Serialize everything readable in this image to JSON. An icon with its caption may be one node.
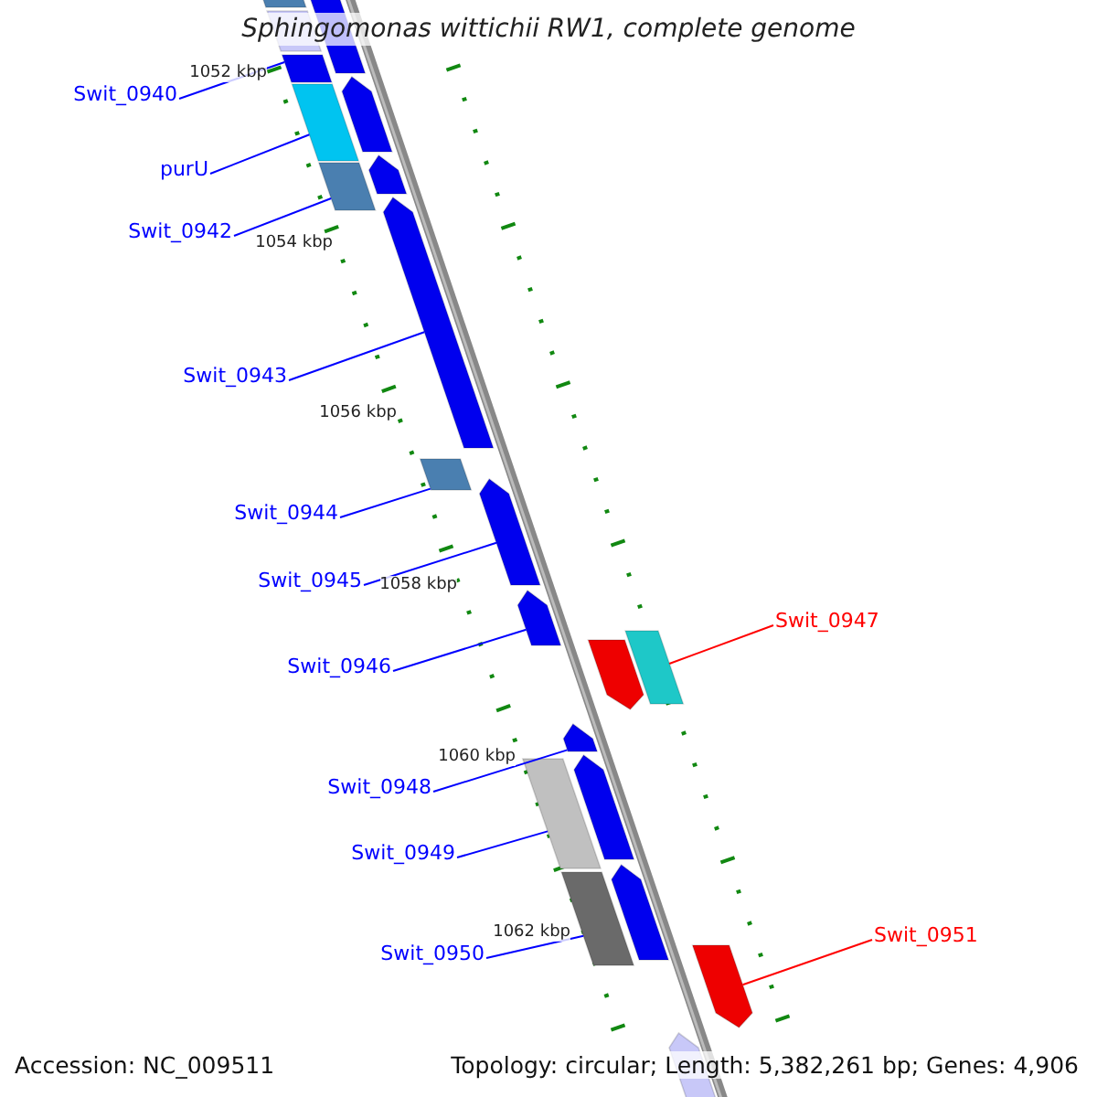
{
  "diagram": {
    "title": "Sphingomonas wittichii RW1, complete genome",
    "nodes": [
      {
        "text": [
          "Swit_0940"
        ]
      },
      {
        "text": [
          "purU"
        ]
      },
      {
        "text": [
          "Swit_0942"
        ]
      },
      {
        "text": [
          "Swit_0943"
        ]
      },
      {
        "text": [
          "Swit_0944"
        ]
      },
      {
        "text": [
          "Swit_0945"
        ]
      },
      {
        "text": [
          "Swit_0947"
        ]
      },
      {
        "text": [
          "Swit_0946"
        ]
      },
      {
        "text": [
          "Swit_0948"
        ]
      },
      {
        "text": [
          "Swit_0949"
        ]
      },
      {
        "text": [
          "Swit_0951"
        ]
      },
      {
        "text": [
          "Swit_0950"
        ]
      },
      {
        "text": [],
        "shape": "bar"
      },
      {
        "text": [],
        "shape": "bar"
      },
      {
        "text": [],
        "shape": "bar"
      },
      {
        "text": [],
        "shape": "bar"
      },
      {
        "text": [],
        "shape": "bar"
      },
      {
        "text": [],
        "shape": "bar"
      },
      {
        "text": [],
        "shape": "bar"
      },
      {
        "text": [],
        "shape": "bar"
      },
      {
        "text": [],
        "shape": "bar"
      },
      {
        "text": [],
        "shape": "bar"
      },
      {
        "text": [],
        "shape": "bar"
      },
      {
        "text": [],
        "shape": "bar"
      }
    ],
    "edges": [
      {
        "from": 0,
        "to": 12,
        "arrow": "none"
      },
      {
        "from": 1,
        "to": 13,
        "arrow": "none"
      },
      {
        "from": 2,
        "to": 14,
        "arrow": "none"
      },
      {
        "from": 3,
        "to": 15,
        "arrow": "none"
      },
      {
        "from": 4,
        "to": 16,
        "arrow": "none"
      },
      {
        "from": 5,
        "to": 17,
        "arrow": "none"
      },
      {
        "from": 6,
        "to": 19,
        "arrow": "none",
        "color": "#ff0000"
      },
      {
        "from": 7,
        "to": 18,
        "arrow": "none"
      },
      {
        "from": 8,
        "to": 20,
        "arrow": "none"
      },
      {
        "from": 9,
        "to": 21,
        "arrow": "none"
      },
      {
        "from": 10,
        "to": 23,
        "arrow": "none",
        "color": "#ff0000"
      },
      {
        "from": 11,
        "to": 22,
        "arrow": "none"
      }
    ],
    "labels": [
      "1052 kbp",
      "1054 kbp",
      "1056 kbp",
      "1058 kbp",
      "1060 kbp",
      "1062 kbp",
      "Accession: NC_009511",
      "Topology: circular; Length: 5,382,261 bp; Genes: 4,906"
    ]
  }
}
